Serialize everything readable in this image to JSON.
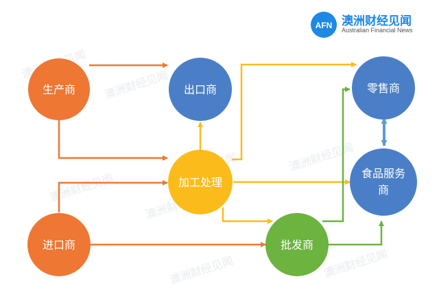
{
  "logo": {
    "mark": "AFN",
    "name": "澳洲财经见闻",
    "tagline": "Australian Financial News"
  },
  "nodes": [
    {
      "id": "producer",
      "label": "生产商",
      "color": "#ee7733"
    },
    {
      "id": "exporter",
      "label": "出口商",
      "color": "#4a7fc8"
    },
    {
      "id": "retailer",
      "label": "零售商",
      "color": "#4a7fc8"
    },
    {
      "id": "processing",
      "label": "加工处理",
      "color": "#fbbc1b"
    },
    {
      "id": "foodservice",
      "label": "食品服务商",
      "color": "#4a7fc8"
    },
    {
      "id": "importer",
      "label": "进口商",
      "color": "#ee7733"
    },
    {
      "id": "wholesaler",
      "label": "批发商",
      "color": "#6cb33f"
    }
  ],
  "edges": [
    {
      "from": "producer",
      "to": "exporter",
      "color": "#ee7733"
    },
    {
      "from": "producer",
      "to": "processing",
      "color": "#ee7733"
    },
    {
      "from": "importer",
      "to": "processing",
      "color": "#ee7733"
    },
    {
      "from": "importer",
      "to": "wholesaler",
      "color": "#ee7733"
    },
    {
      "from": "processing",
      "to": "exporter",
      "color": "#fbbc1b"
    },
    {
      "from": "processing",
      "to": "retailer",
      "color": "#fbbc1b"
    },
    {
      "from": "processing",
      "to": "foodservice",
      "color": "#fbbc1b"
    },
    {
      "from": "processing",
      "to": "wholesaler",
      "color": "#fbbc1b"
    },
    {
      "from": "wholesaler",
      "to": "retailer",
      "color": "#6cb33f"
    },
    {
      "from": "wholesaler",
      "to": "foodservice",
      "color": "#6cb33f"
    },
    {
      "from": "retailer",
      "to": "foodservice",
      "color": "#5b9bd5",
      "bidirectional": true
    }
  ]
}
